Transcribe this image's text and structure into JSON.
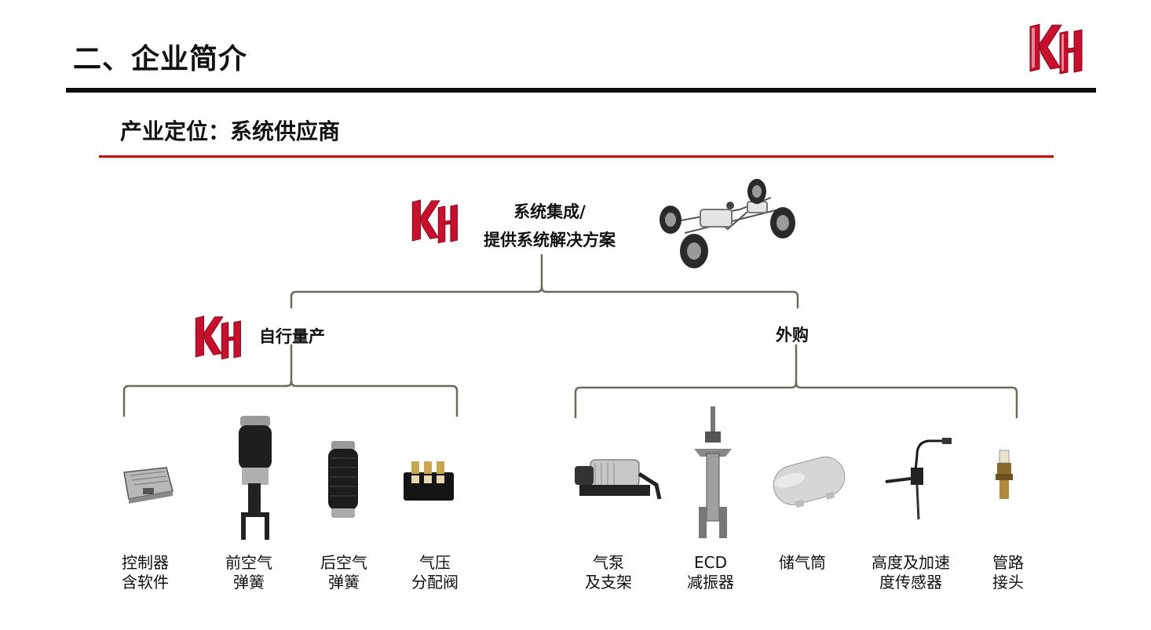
{
  "header": {
    "page_title": "二、企业简介",
    "logo_text": "KH"
  },
  "section": {
    "title": "产业定位：系统供应商"
  },
  "diagram": {
    "root": {
      "line1": "系统集成/",
      "line2": "提供系统解决方案"
    },
    "left_branch": {
      "label": "自行量产"
    },
    "right_branch": {
      "label": "外购"
    },
    "left_items": [
      {
        "line1": "控制器",
        "line2": "含软件"
      },
      {
        "line1": "前空气",
        "line2": "弹簧"
      },
      {
        "line1": "后空气",
        "line2": "弹簧"
      },
      {
        "line1": "气压",
        "line2": "分配阀"
      }
    ],
    "right_items": [
      {
        "line1": "气泵",
        "line2": "及支架"
      },
      {
        "line1": "ECD",
        "line2": "减振器"
      },
      {
        "line1": "储气筒",
        "line2": ""
      },
      {
        "line1": "高度及加速",
        "line2": "度传感器"
      },
      {
        "line1": "管路",
        "line2": "接头"
      }
    ]
  },
  "colors": {
    "brand_red": "#c8102e",
    "section_rule": "#c00000",
    "bracket": "#6b6b5a"
  }
}
